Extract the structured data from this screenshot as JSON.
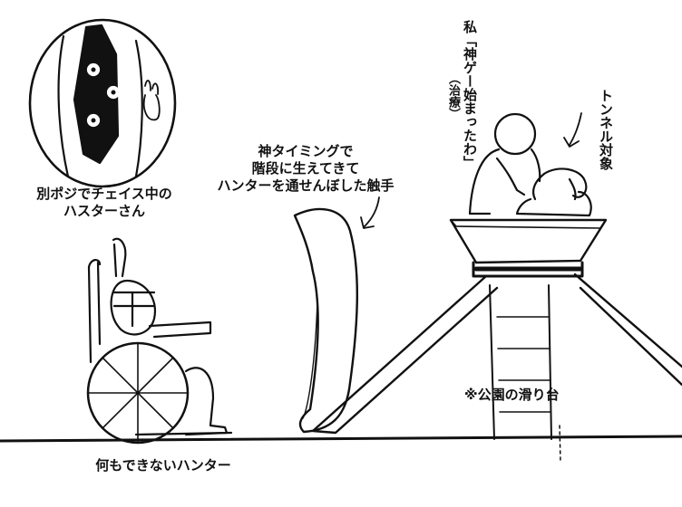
{
  "labels": {
    "hastur_l1": "別ポジでチェイス中の",
    "hastur_l2": "ハスターさん",
    "tentacle_l1": "神タイミングで",
    "tentacle_l2": "階段に生えてきて",
    "tentacle_l3": "ハンターを通せんぼした触手",
    "me_col1": "私「神ゲー始まったわ」",
    "me_col2": "（治療）",
    "tunnel": "トンネル対象",
    "slide": "※公園の滑り台",
    "hunter": "何もできないハンター"
  }
}
